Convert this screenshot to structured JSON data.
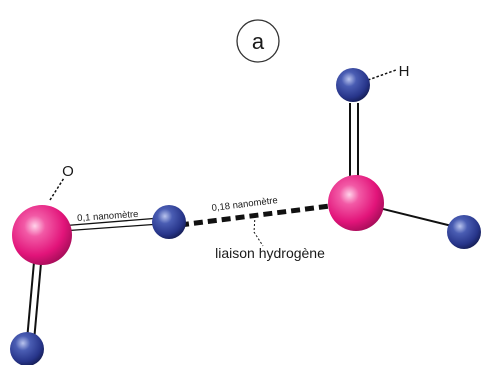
{
  "panel_label": "a",
  "atoms": {
    "oxygen_label": "O",
    "hydrogen_label": "H"
  },
  "distances": {
    "covalent_bond": "0,1 nanomètre",
    "hydrogen_bond": "0,18 nanomètre"
  },
  "caption": "liaison hydrogène",
  "colors": {
    "oxygen": "#ec1a7e",
    "hydrogen": "#2e3d92",
    "bond": "#111111"
  }
}
